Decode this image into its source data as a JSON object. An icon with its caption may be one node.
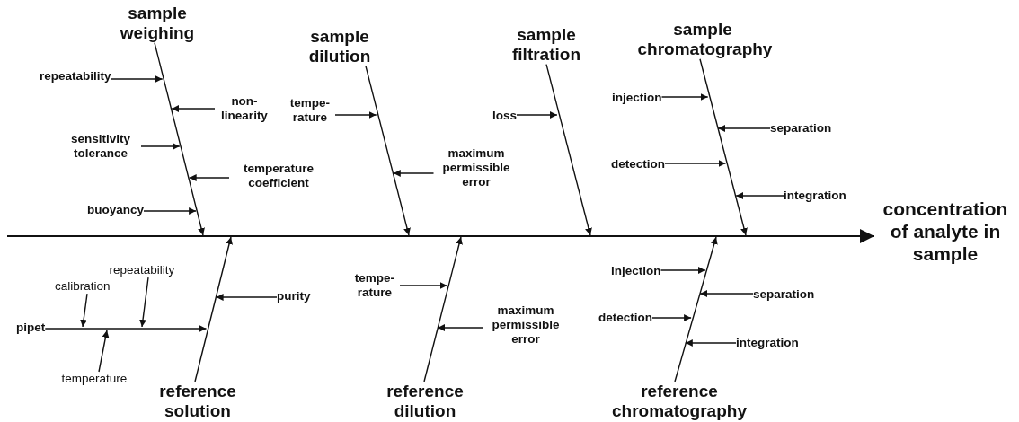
{
  "diagram": {
    "nodes": [
      {
        "text": [
          "sample weighing"
        ]
      },
      {
        "text": [
          "repeatability"
        ]
      },
      {
        "text": [
          "non- linearity"
        ]
      },
      {
        "text": [
          "sensitivity tolerance"
        ]
      },
      {
        "text": [
          "temperature coefficient"
        ]
      },
      {
        "text": [
          "buoyancy"
        ]
      },
      {
        "text": [
          "sample dilution"
        ]
      },
      {
        "text": [
          "tempe- rature"
        ]
      },
      {
        "text": [
          "maximum permissible error"
        ]
      },
      {
        "text": [
          "sample filtration"
        ]
      },
      {
        "text": [
          "loss"
        ]
      },
      {
        "text": [
          "sample chromatography"
        ]
      },
      {
        "text": [
          "injection"
        ]
      },
      {
        "text": [
          "separation"
        ]
      },
      {
        "text": [
          "detection"
        ]
      },
      {
        "text": [
          "integration"
        ]
      },
      {
        "text": [
          "concentration of analyte in sample"
        ]
      },
      {
        "text": [
          "repeatability"
        ]
      },
      {
        "text": [
          "calibration"
        ]
      },
      {
        "text": [
          "pipet"
        ]
      },
      {
        "text": [
          "purity"
        ]
      },
      {
        "text": [
          "temperature"
        ]
      },
      {
        "text": [
          "reference solution"
        ]
      },
      {
        "text": [
          "tempe- rature"
        ]
      },
      {
        "text": [
          "maximum permissible error"
        ]
      },
      {
        "text": [
          "reference dilution"
        ]
      },
      {
        "text": [
          "injection"
        ]
      },
      {
        "text": [
          "separation"
        ]
      },
      {
        "text": [
          "detection"
        ]
      },
      {
        "text": [
          "integration"
        ]
      },
      {
        "text": [
          "reference chromatography"
        ]
      }
    ],
    "edges": [
      {
        "from": null,
        "to": 16,
        "arrow": "to"
      },
      {
        "from": 0,
        "to": null,
        "arrow": "to"
      },
      {
        "from": 1,
        "to": null,
        "arrow": "to"
      },
      {
        "from": 2,
        "to": null,
        "arrow": "to"
      },
      {
        "from": 3,
        "to": null,
        "arrow": "to"
      },
      {
        "from": 4,
        "to": null,
        "arrow": "to"
      },
      {
        "from": 5,
        "to": null,
        "arrow": "to"
      },
      {
        "from": 6,
        "to": null,
        "arrow": "to"
      },
      {
        "from": 7,
        "to": null,
        "arrow": "to"
      },
      {
        "from": 8,
        "to": null,
        "arrow": "to"
      },
      {
        "from": 9,
        "to": null,
        "arrow": "to"
      },
      {
        "from": 10,
        "to": null,
        "arrow": "to"
      },
      {
        "from": 11,
        "to": null,
        "arrow": "to"
      },
      {
        "from": 12,
        "to": null,
        "arrow": "to"
      },
      {
        "from": 13,
        "to": null,
        "arrow": "to"
      },
      {
        "from": 14,
        "to": null,
        "arrow": "to"
      },
      {
        "from": 15,
        "to": null,
        "arrow": "to"
      },
      {
        "from": 22,
        "to": null,
        "arrow": "to"
      },
      {
        "from": 19,
        "to": null,
        "arrow": "to"
      },
      {
        "from": 18,
        "to": null,
        "arrow": "to"
      },
      {
        "from": 17,
        "to": null,
        "arrow": "to"
      },
      {
        "from": 21,
        "to": null,
        "arrow": "to"
      },
      {
        "from": 20,
        "to": null,
        "arrow": "to"
      },
      {
        "from": 25,
        "to": null,
        "arrow": "to"
      },
      {
        "from": 23,
        "to": null,
        "arrow": "to"
      },
      {
        "from": 24,
        "to": null,
        "arrow": "to"
      },
      {
        "from": 30,
        "to": null,
        "arrow": "to"
      },
      {
        "from": 26,
        "to": null,
        "arrow": "to"
      },
      {
        "from": 27,
        "to": null,
        "arrow": "to"
      },
      {
        "from": 28,
        "to": null,
        "arrow": "to"
      },
      {
        "from": 29,
        "to": null,
        "arrow": "to"
      }
    ]
  }
}
